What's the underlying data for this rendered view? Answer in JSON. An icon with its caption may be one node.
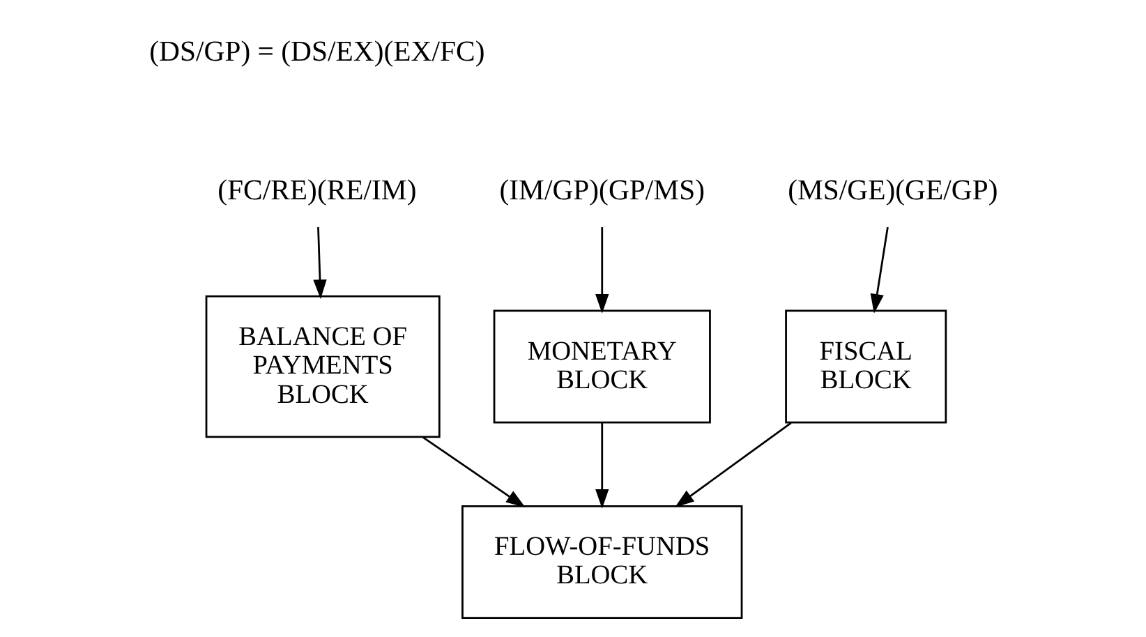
{
  "diagram": {
    "nodes": [
      {
        "text": [
          "(FC/RE)(RE/IM)"
        ]
      },
      {
        "text": [
          "(IM/GP)(GP/MS)"
        ]
      },
      {
        "text": [
          "(MS/GE)(GE/GP)"
        ]
      },
      {
        "text": [
          "BALANCE OF PAYMENTS BLOCK"
        ]
      },
      {
        "text": [
          "MONETARY BLOCK"
        ]
      },
      {
        "text": [
          "FISCAL BLOCK"
        ]
      },
      {
        "text": [
          "FLOW-OF-FUNDS BLOCK"
        ]
      }
    ],
    "edges": [
      {
        "from": 0,
        "to": 3,
        "arrow": "to"
      },
      {
        "from": 1,
        "to": 4,
        "arrow": "to"
      },
      {
        "from": 2,
        "to": 5,
        "arrow": "to"
      },
      {
        "from": 3,
        "to": 6,
        "arrow": "to"
      },
      {
        "from": 4,
        "to": 6,
        "arrow": "to"
      },
      {
        "from": 5,
        "to": 6,
        "arrow": "to"
      }
    ],
    "labels": [
      "(DS/GP) = (DS/EX)(EX/FC)"
    ]
  }
}
